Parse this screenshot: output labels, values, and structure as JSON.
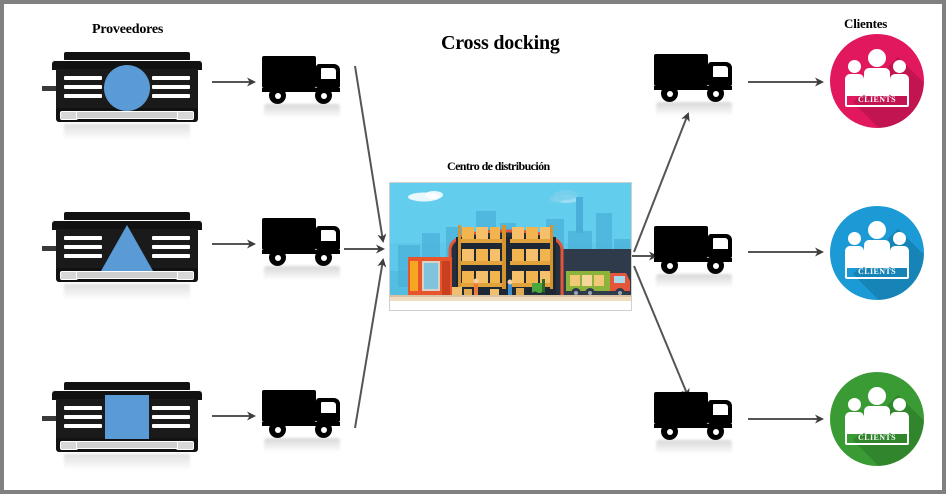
{
  "diagram": {
    "title": "Cross docking",
    "frame_color": "#808080",
    "background": "#ffffff"
  },
  "labels": {
    "suppliers": "Proveedores",
    "clients": "Clientes",
    "center": "Centro de distribución",
    "title": "Cross docking"
  },
  "suppliers": [
    {
      "name": "supplier-1",
      "marker": "circle",
      "marker_color": "#5b9bd5",
      "icon": "warehouse-icon"
    },
    {
      "name": "supplier-2",
      "marker": "triangle",
      "marker_color": "#5b9bd5",
      "icon": "warehouse-icon"
    },
    {
      "name": "supplier-3",
      "marker": "square",
      "marker_color": "#5b9bd5",
      "icon": "warehouse-icon"
    }
  ],
  "inbound_trucks": [
    {
      "name": "inbound-truck-1",
      "icon": "truck-icon"
    },
    {
      "name": "inbound-truck-2",
      "icon": "truck-icon"
    },
    {
      "name": "inbound-truck-3",
      "icon": "truck-icon"
    }
  ],
  "outbound_trucks": [
    {
      "name": "outbound-truck-1",
      "icon": "truck-icon"
    },
    {
      "name": "outbound-truck-2",
      "icon": "truck-icon"
    },
    {
      "name": "outbound-truck-3",
      "icon": "truck-icon"
    }
  ],
  "clients": [
    {
      "name": "client-1",
      "banner": "CLIENTS",
      "color": "#e2185f",
      "color_dark": "#b4114a"
    },
    {
      "name": "client-2",
      "banner": "CLIENTS",
      "color": "#1b9ad6",
      "color_dark": "#147aab"
    },
    {
      "name": "client-3",
      "banner": "CLIENTS",
      "color": "#3a9b35",
      "color_dark": "#2d7a29"
    }
  ],
  "distribution_center": {
    "name": "distribution-center-illustration",
    "caption": "Centro de distribución",
    "sky_color": "#4fc3ea",
    "city_color": "#3aa8cf",
    "warehouse_color": "#2e3b4e",
    "warehouse_trim": "#e2573c",
    "pallet_color": "#f5a623",
    "box_color": "#f0c070",
    "office_color": "#e8552d",
    "truck_body_color": "#8cb33a",
    "truck_cab_color": "#e2573c",
    "ground_color": "#f0ddc0"
  },
  "flows": {
    "inbound_arrow_count": 3,
    "outbound_arrow_count": 3,
    "supplier_to_truck_arrows": 3,
    "truck_to_client_arrows": 3,
    "arrow_color": "#555555"
  }
}
